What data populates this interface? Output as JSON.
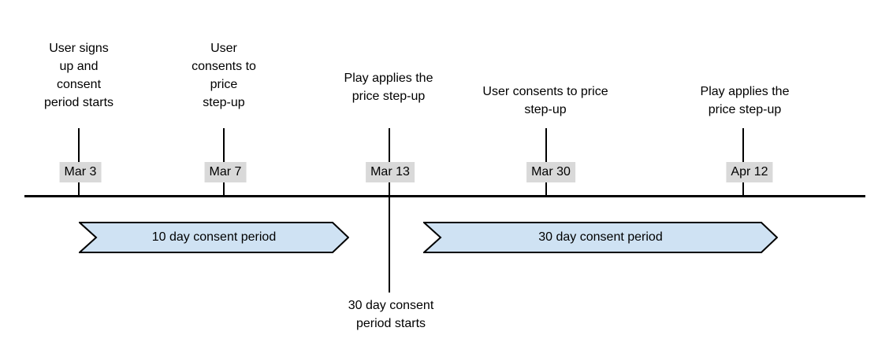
{
  "colors": {
    "arrow_fill": "#cfe2f3",
    "arrow_stroke": "#000000",
    "line": "#000000",
    "date_bg": "#d9d9d9",
    "text": "#000000"
  },
  "timeline": {
    "events": [
      {
        "date": "Mar 3",
        "label": "User signs\nup and\nconsent\nperiod starts"
      },
      {
        "date": "Mar 7",
        "label": "User\nconsents to\nprice\nstep-up"
      },
      {
        "date": "Mar 13",
        "label": "Play applies the\nprice step-up"
      },
      {
        "date": "Mar 30",
        "label": "User consents to price\nstep-up"
      },
      {
        "date": "Apr 12",
        "label": "Play applies the\nprice step-up"
      }
    ],
    "periods": [
      {
        "label": "10 day consent period"
      },
      {
        "label": "30 day consent period"
      }
    ],
    "annotation": "30 day consent\nperiod starts"
  }
}
